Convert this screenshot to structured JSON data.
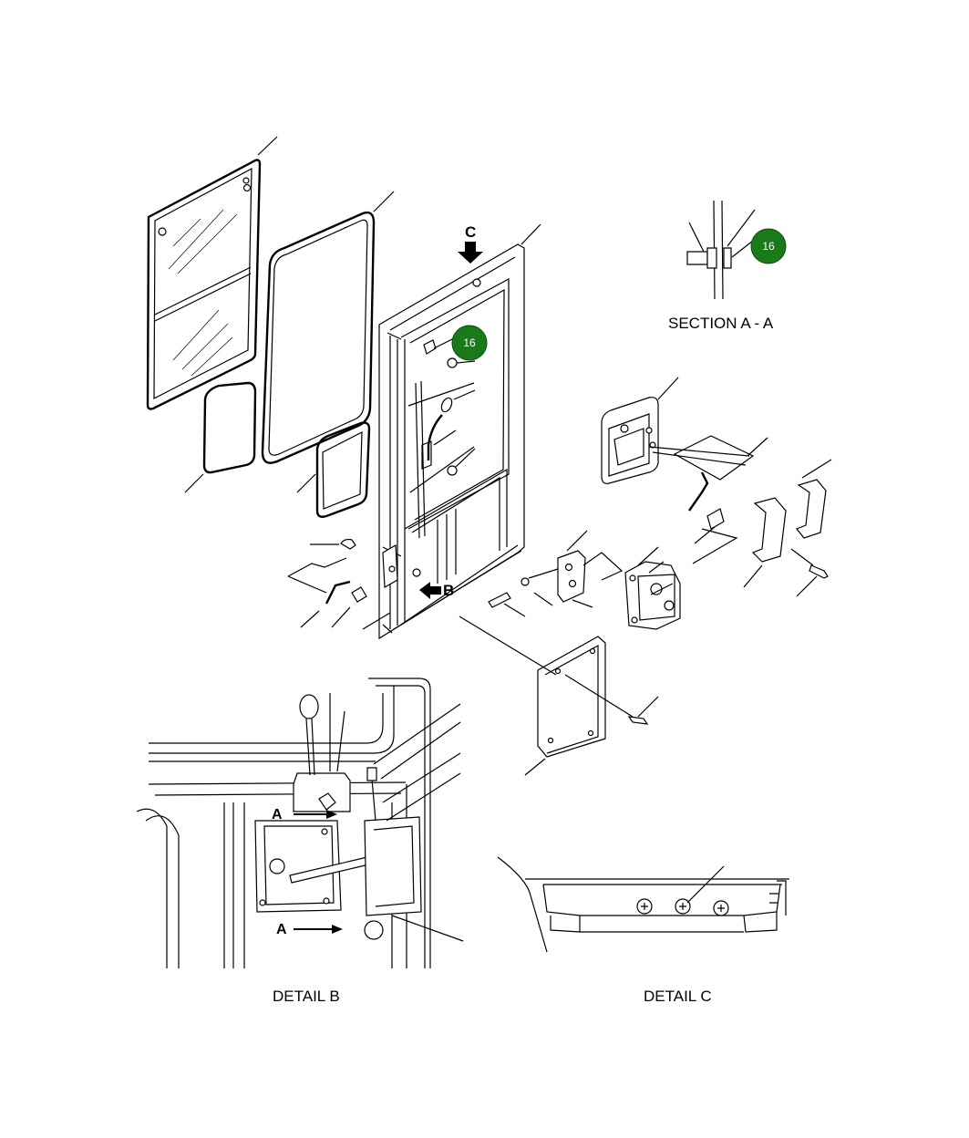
{
  "labels": {
    "section_aa": "SECTION A - A",
    "detail_b": "DETAIL B",
    "detail_c": "DETAIL C",
    "view_c": "C",
    "view_b": "B",
    "section_a_top": "A",
    "section_a_bottom": "A"
  },
  "callouts": [
    {
      "number": "16",
      "color": "#1a7a1a"
    },
    {
      "number": "16",
      "color": "#1a7a1a"
    }
  ]
}
